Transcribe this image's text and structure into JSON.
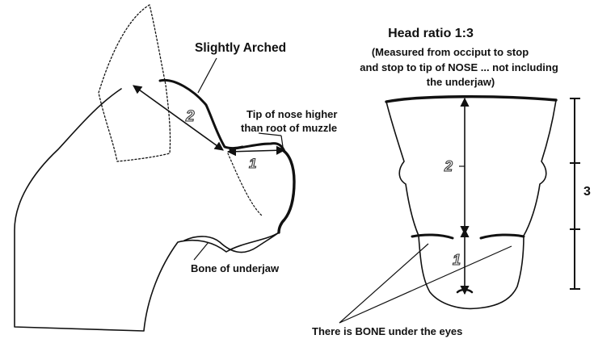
{
  "labels": {
    "slightly_arched": "Slightly Arched",
    "head_ratio": "Head ratio 1:3",
    "measured_line1": "(Measured from occiput to stop",
    "measured_line2": "and stop to tip of NOSE ... not including",
    "measured_line3": "the underjaw)",
    "tip_nose_line1": "Tip of nose higher",
    "tip_nose_line2": "than root of muzzle",
    "bone_underjaw": "Bone of underjaw",
    "bone_eyes": "There is BONE under the eyes"
  },
  "side_profile": {
    "skull_number": "2",
    "muzzle_number": "1"
  },
  "front_view": {
    "skull_number": "2",
    "muzzle_number": "1",
    "total_number": "3"
  },
  "colors": {
    "line": "#111111",
    "background": "#ffffff"
  }
}
